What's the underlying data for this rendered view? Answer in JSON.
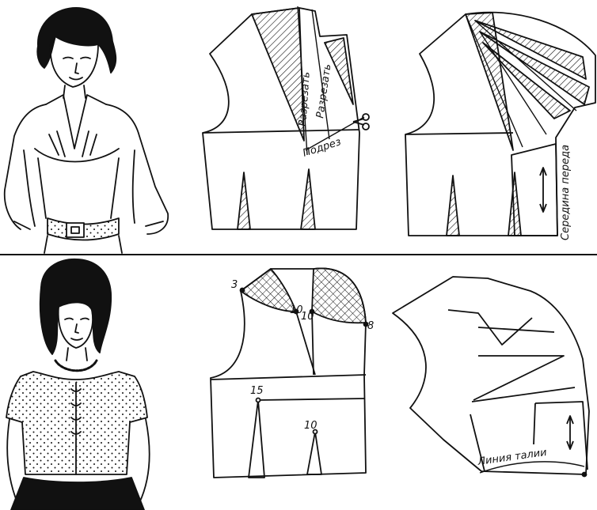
{
  "colors": {
    "ink": "#111111",
    "paper": "#ffffff"
  },
  "top_panel": {
    "cut_label_1": "Разрезать",
    "cut_label_2": "Разрезать",
    "notch_label": "Подрез",
    "center_front_label": "Середина переда"
  },
  "bottom_panel": {
    "mark_3": "3",
    "mark_10a": "10",
    "mark_10b": "10",
    "mark_8": "8",
    "mark_15": "15",
    "mark_10c": "10",
    "waist_label": "Линия талии"
  }
}
